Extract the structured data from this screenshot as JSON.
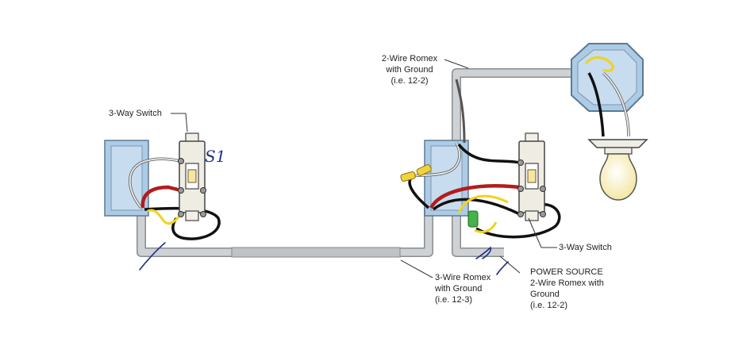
{
  "labels": {
    "left_switch": "3-Way Switch",
    "right_switch": "3-Way Switch",
    "top_romex": [
      "2-Wire Romex",
      "with Ground",
      "(i.e. 12-2)"
    ],
    "mid_romex": [
      "3-Wire Romex",
      "with Ground",
      "(i.e. 12-3)"
    ],
    "power_source": [
      "POWER SOURCE",
      "2-Wire Romex with",
      "Ground",
      "(i.e. 12-2)"
    ]
  },
  "handwritten": {
    "s1": "S1"
  },
  "colors": {
    "background": "#ffffff",
    "conduit": "#c9ccce",
    "box": "#aecbe6",
    "hot": "#b31c1c",
    "neutral_black": "#111111",
    "ground": "#f2d21a",
    "white_wire": "#e8e8e8",
    "bulb": "#fff7c4",
    "ink": "#1f2f88"
  }
}
